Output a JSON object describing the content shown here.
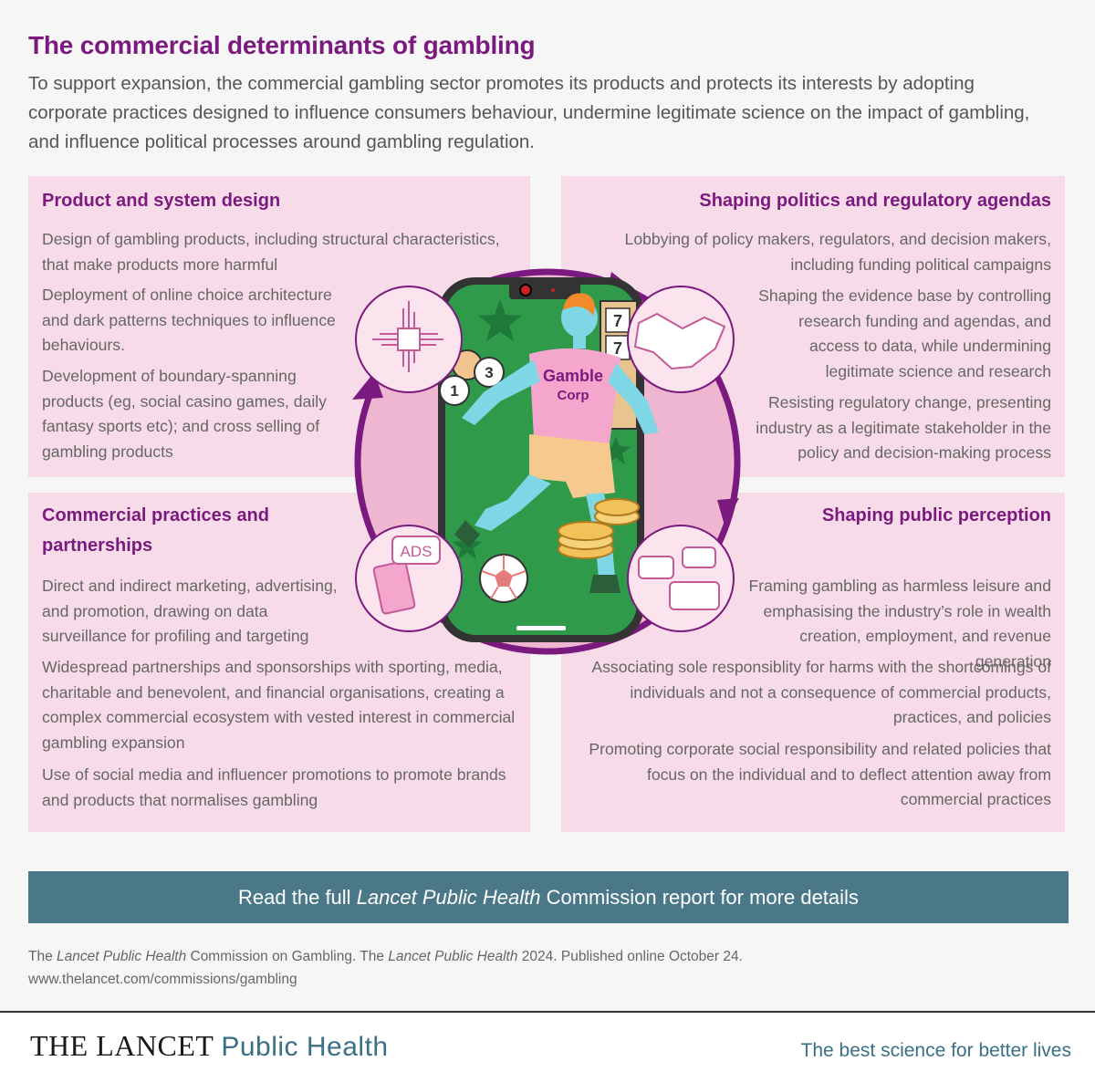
{
  "title": "The commercial determinants of gambling",
  "intro": "To support expansion, the commercial gambling sector promotes its products and protects its interests by adopting corporate practices designed to influence consumers behaviour, undermine legitimate science on the impact of gambling, and influence political processes around gambling regulation.",
  "panels": {
    "top_left": {
      "heading": "Product and system design",
      "items": [
        "Design of gambling products, including structural characteristics, that make products more harmful",
        "Deployment of online choice architecture and dark patterns techniques to influence behaviours.",
        "Development of boundary-spanning products (eg, social casino games, daily fantasy sports etc); and cross selling of gambling products"
      ]
    },
    "top_right": {
      "heading": "Shaping politics and regulatory agendas",
      "items": [
        "Lobbying of policy makers, regulators, and decision makers, including funding political campaigns",
        "Shaping the evidence base by controlling research funding and agendas, and access to data, while undermining legitimate science and research",
        "Resisting regulatory change, presenting industry as a legitimate stakeholder in the policy and decision-making process"
      ]
    },
    "bottom_left": {
      "heading": "Commercial practices and partnerships",
      "items": [
        "Direct and indirect marketing, advertising, and promotion, drawing on data surveillance for profiling and targeting",
        "Widespread partnerships and sponsorships with sporting, media, charitable and benevolent, and financial organisations, creating a complex commercial ecosystem with vested interest in commercial gambling expansion",
        "Use of social media and influencer promotions to promote brands and products that normalises gambling"
      ]
    },
    "bottom_right": {
      "heading": "Shaping public perception",
      "items": [
        "Framing gambling as harmless leisure and emphasising the industry’s role in wealth creation, employment, and revenue generation",
        "Associating sole responsiblity for harms with the shortcomings of individuals and not a consequence of commercial products, practices, and policies",
        "Promoting corporate social responsibility and related policies that focus on the individual and to deflect attention away from commercial practices"
      ]
    }
  },
  "illustration": {
    "shirt_text_line1": "Gamble",
    "shirt_text_line2": "Corp",
    "ads_label": "ADS",
    "ball_numbers": [
      "3",
      "1"
    ],
    "slot_digits": [
      "7",
      "7"
    ]
  },
  "banner": {
    "prefix": "Read the full ",
    "journal": "Lancet Public Health",
    "suffix": " Commission report for more details"
  },
  "citation": {
    "part1": "The ",
    "journal1": "Lancet Public Health",
    "part2": " Commission on Gambling.  The ",
    "journal2": "Lancet Public Health",
    "part3": " 2024. Published online October 24.",
    "url": "www.thelancet.com/commissions/gambling"
  },
  "footer": {
    "brand": "THE LANCET",
    "brand_sub": "Public Health",
    "tagline": "The best science for better lives"
  },
  "colors": {
    "heading_purple": "#7b1a7e",
    "panel_pink": "#f8dbe8",
    "banner_teal": "#4b7889",
    "phone_green": "#2e9a4a"
  }
}
